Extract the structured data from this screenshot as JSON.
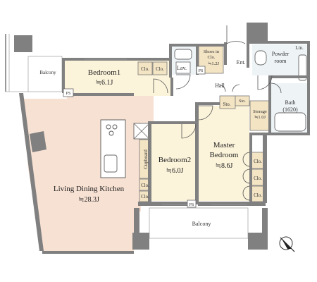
{
  "rooms": {
    "bedroom1": {
      "name": "Bedroom1",
      "area": "≒6.1J"
    },
    "bedroom2": {
      "name": "Bedroom2",
      "area": "≒6.0J"
    },
    "master": {
      "name1": "Master",
      "name2": "Bedroom",
      "area": "≒8.6J"
    },
    "ldk": {
      "name": "Living Dining Kitchen",
      "area": "≒28.3J"
    },
    "bath": {
      "name": "Bath",
      "size": "(1620)"
    },
    "powder": {
      "name1": "Powder",
      "name2": "room"
    },
    "lin": "Lin.",
    "lav": "Lav.",
    "ent": "Ent.",
    "hall": "Hall",
    "shoes": {
      "line1": "Shoes in",
      "line2": "Clo.",
      "area": "≒1.2J"
    },
    "storage": {
      "name": "Storage",
      "area": "≒1.0J"
    },
    "sto1": "Sto.",
    "sto2": "Sto.",
    "balcony_top": "Balcony",
    "balcony_bottom": "Balcony",
    "cupboard": "Cupboard"
  },
  "closets": {
    "b1_a": "Clo.",
    "b1_b": "Clo.",
    "b2_a": "Clo.",
    "b2_b": "Clo.",
    "m_a": "Clo.",
    "m_b": "Clo.",
    "m_c": "Clo."
  },
  "ps": {
    "p1": "PS",
    "p2": "PS",
    "p3": "PS"
  },
  "colors": {
    "ldk_floor": "#f7e1d3",
    "bedroom_floor": "#fbf3da",
    "wall": "#808080",
    "closet_fill": "#f3e4c4",
    "wet_area": "#dfeaf0"
  },
  "compass_icon": "north-arrow-icon"
}
